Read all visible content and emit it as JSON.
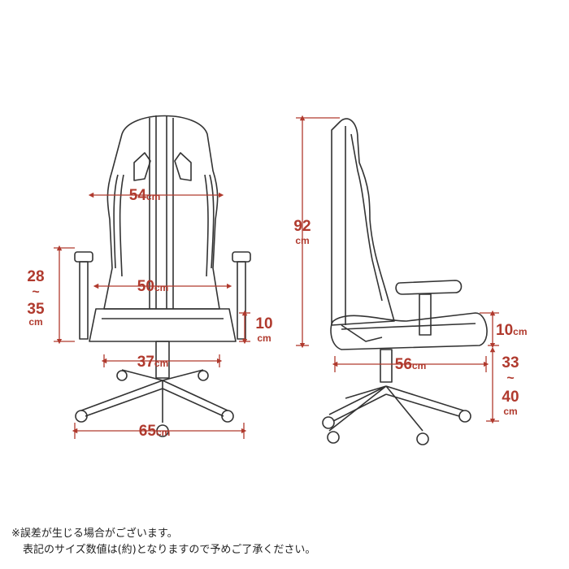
{
  "colors": {
    "dimension": "#b03a2e",
    "outline": "#333333",
    "background": "#ffffff"
  },
  "front": {
    "backrest_width": {
      "value": "54",
      "unit": "cm"
    },
    "seat_width": {
      "value": "50",
      "unit": "cm"
    },
    "seat_depth_front": {
      "value": "37",
      "unit": "cm"
    },
    "base_width": {
      "value": "65",
      "unit": "cm"
    },
    "armrest_height": {
      "min": "28",
      "sep": "~",
      "max": "35",
      "unit": "cm"
    },
    "cushion_thickness": {
      "value": "10",
      "unit": "cm"
    }
  },
  "side": {
    "total_height": {
      "value": "92",
      "unit": "cm"
    },
    "seat_depth": {
      "value": "56",
      "unit": "cm"
    },
    "cushion_thickness": {
      "value": "10",
      "unit": "cm"
    },
    "seat_height": {
      "min": "33",
      "sep": "~",
      "max": "40",
      "unit": "cm"
    }
  },
  "notes": {
    "line1": "※誤差が生じる場合がございます。",
    "line2": "表記のサイズ数値は(約)となりますので予めご了承ください。"
  }
}
